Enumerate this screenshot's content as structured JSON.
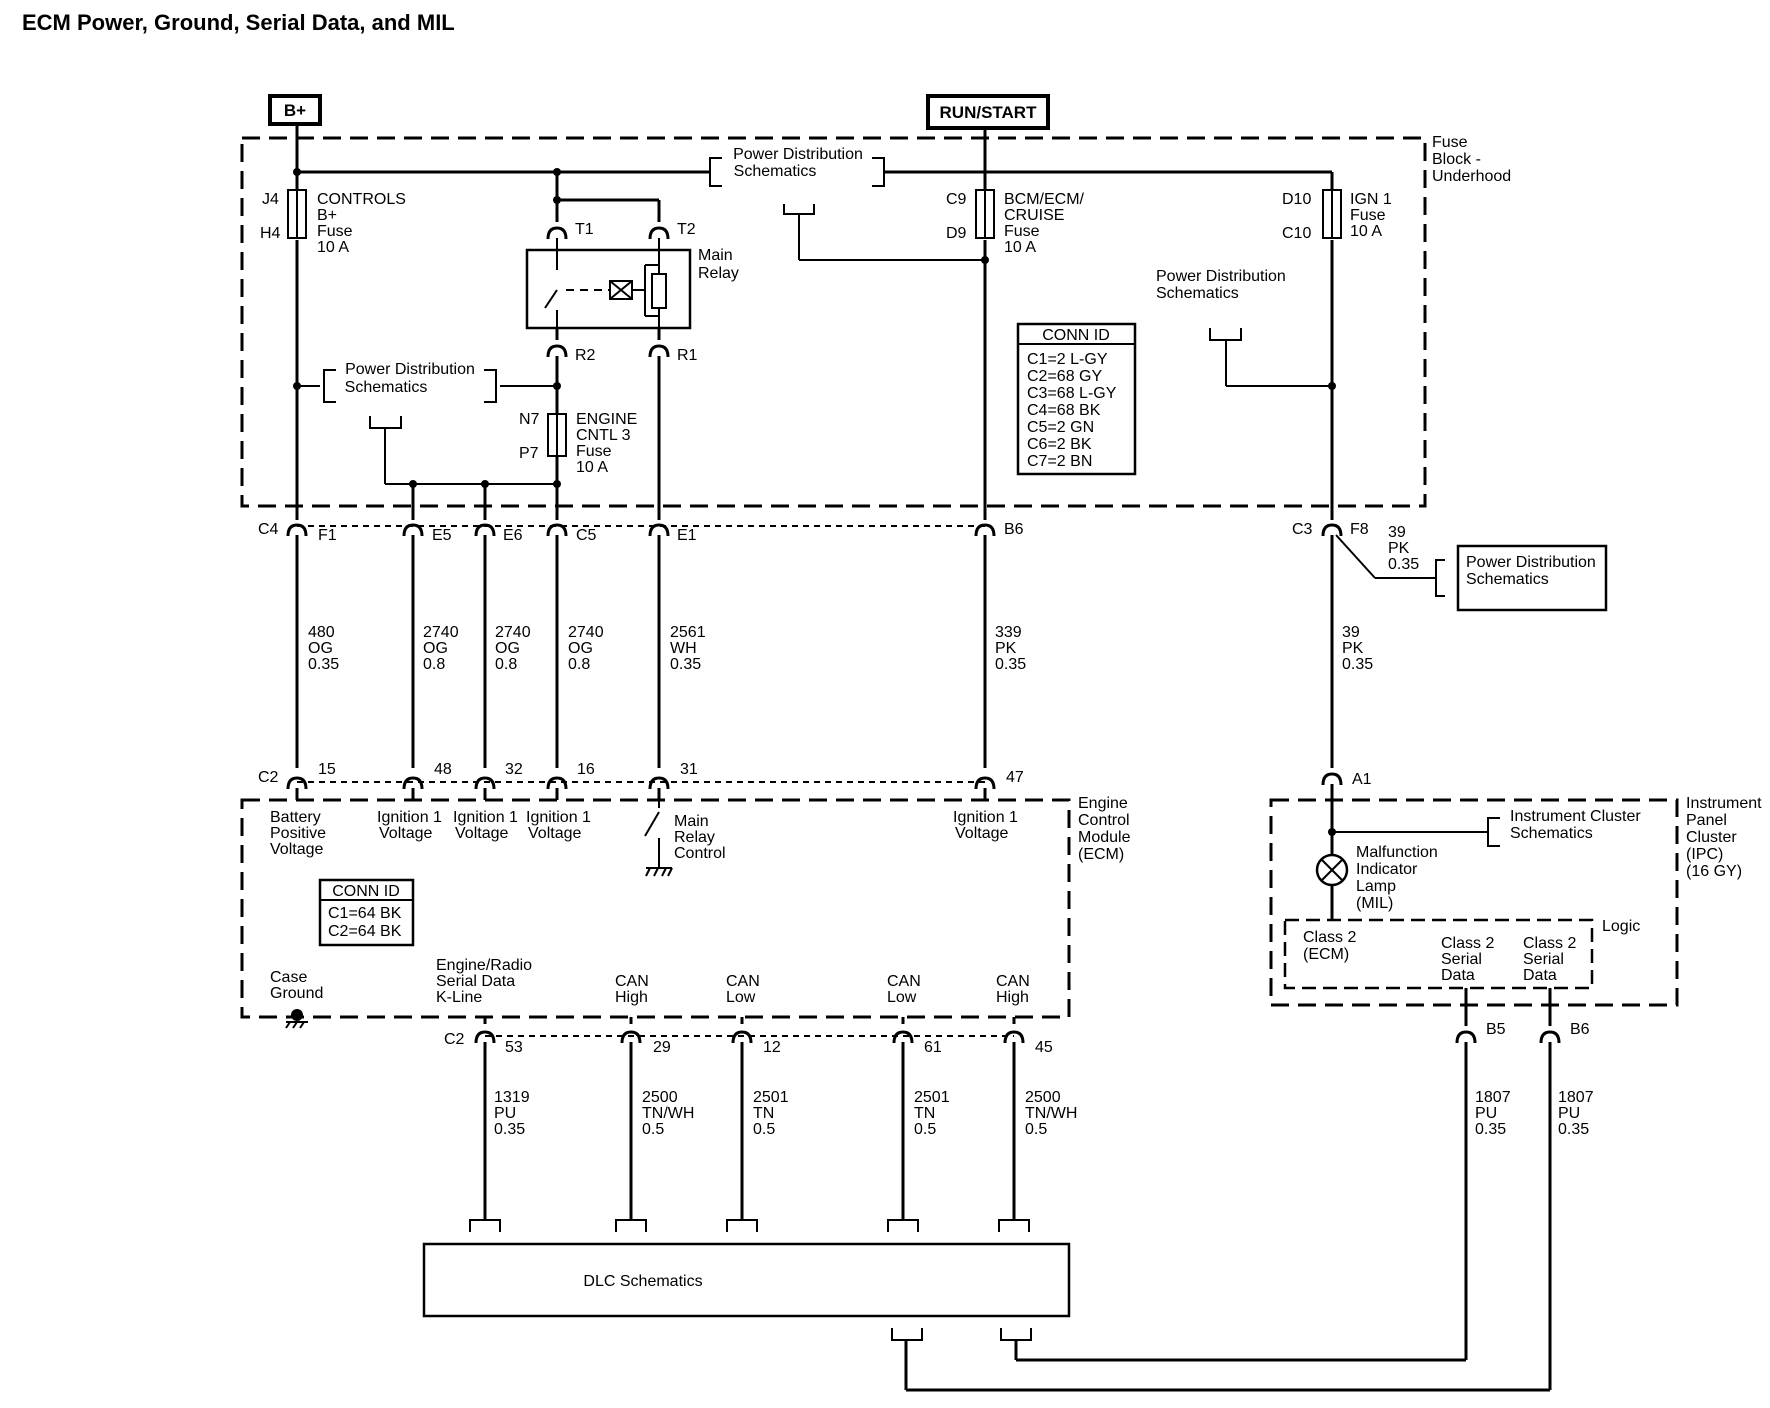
{
  "title": "ECM Power, Ground, Serial Data, and MIL",
  "sources": {
    "bplus": "B+",
    "run_start": "RUN/START"
  },
  "fuse_block": {
    "name_lines": [
      "Fuse",
      "Block -",
      "Underhood"
    ],
    "pds_top": [
      "Power Distribution",
      "Schematics"
    ],
    "pds_left": [
      "Power Distribution",
      "Schematics"
    ],
    "pds_right": [
      "Power Distribution",
      "Schematics"
    ],
    "fuse_controls": {
      "top": "J4",
      "bottom": "H4",
      "lines": [
        "CONTROLS",
        "B+",
        "Fuse",
        "10 A"
      ]
    },
    "fuse_bcm": {
      "top": "C9",
      "bottom": "D9",
      "lines": [
        "BCM/ECM/",
        "CRUISE",
        "Fuse",
        "10 A"
      ]
    },
    "fuse_ign": {
      "top": "D10",
      "bottom": "C10",
      "lines": [
        "IGN 1",
        "Fuse",
        "10 A"
      ]
    },
    "fuse_engine": {
      "top": "N7",
      "bottom": "P7",
      "lines": [
        "ENGINE",
        "CNTL 3",
        "Fuse",
        "10 A"
      ]
    },
    "relay": {
      "lines": [
        "Main",
        "Relay"
      ],
      "t1": "T1",
      "t2": "T2",
      "r2": "R2",
      "r1": "R1"
    },
    "conn_id": {
      "header": "CONN ID",
      "rows": [
        "C1=2 L-GY",
        "C2=68 GY",
        "C3=68 L-GY",
        "C4=68 BK",
        "C5=2 GN",
        "C6=2 BK",
        "C7=2 BN"
      ]
    }
  },
  "fb_connectors": {
    "c4": "C4",
    "c3": "C3",
    "f1": "F1",
    "e5": "E5",
    "e6": "E6",
    "c5": "C5",
    "e1": "E1",
    "b6": "B6",
    "f8": "F8"
  },
  "wires": {
    "w480": [
      "480",
      "OG",
      "0.35"
    ],
    "w2740a": [
      "2740",
      "OG",
      "0.8"
    ],
    "w2740b": [
      "2740",
      "OG",
      "0.8"
    ],
    "w2740c": [
      "2740",
      "OG",
      "0.8"
    ],
    "w2561": [
      "2561",
      "WH",
      "0.35"
    ],
    "w339": [
      "339",
      "PK",
      "0.35"
    ],
    "w39": [
      "39",
      "PK",
      "0.35"
    ],
    "w39b": [
      "39",
      "PK",
      "0.35"
    ],
    "w1319": [
      "1319",
      "PU",
      "0.35"
    ],
    "w2500a": [
      "2500",
      "TN/WH",
      "0.5"
    ],
    "w2501a": [
      "2501",
      "TN",
      "0.5"
    ],
    "w2501b": [
      "2501",
      "TN",
      "0.5"
    ],
    "w2500b": [
      "2500",
      "TN/WH",
      "0.5"
    ],
    "w1807a": [
      "1807",
      "PU",
      "0.35"
    ],
    "w1807b": [
      "1807",
      "PU",
      "0.35"
    ]
  },
  "pds_box": [
    "Power Distribution",
    "Schematics"
  ],
  "ecm": {
    "name_lines": [
      "Engine",
      "Control",
      "Module",
      "(ECM)"
    ],
    "c2_top": "C2",
    "pins_top": [
      "15",
      "48",
      "32",
      "16",
      "31",
      "47"
    ],
    "batt": [
      "Battery",
      "Positive",
      "Voltage"
    ],
    "ign": [
      "Ignition 1",
      "Voltage"
    ],
    "relay_ctrl": [
      "Main",
      "Relay",
      "Control"
    ],
    "conn_id": {
      "header": "CONN ID",
      "rows": [
        "C1=64 BK",
        "C2=64 BK"
      ]
    },
    "case_ground": [
      "Case",
      "Ground"
    ],
    "kline": [
      "Engine/Radio",
      "Serial Data",
      "K-Line"
    ],
    "can_high": [
      "CAN",
      "High"
    ],
    "can_low": [
      "CAN",
      "Low"
    ],
    "c2_bottom": "C2",
    "pins_bottom": [
      "53",
      "29",
      "12",
      "61",
      "45"
    ]
  },
  "ipc": {
    "name_lines": [
      "Instrument",
      "Panel",
      "Cluster",
      "(IPC)",
      "(16 GY)"
    ],
    "a1": "A1",
    "ics": [
      "Instrument Cluster",
      "Schematics"
    ],
    "mil": [
      "Malfunction",
      "Indicator",
      "Lamp",
      "(MIL)"
    ],
    "logic": "Logic",
    "class2_ecm": [
      "Class 2",
      "(ECM)"
    ],
    "class2_sd": [
      "Class 2",
      "Serial",
      "Data"
    ],
    "b5": "B5",
    "b6": "B6"
  },
  "dlc": "DLC Schematics"
}
